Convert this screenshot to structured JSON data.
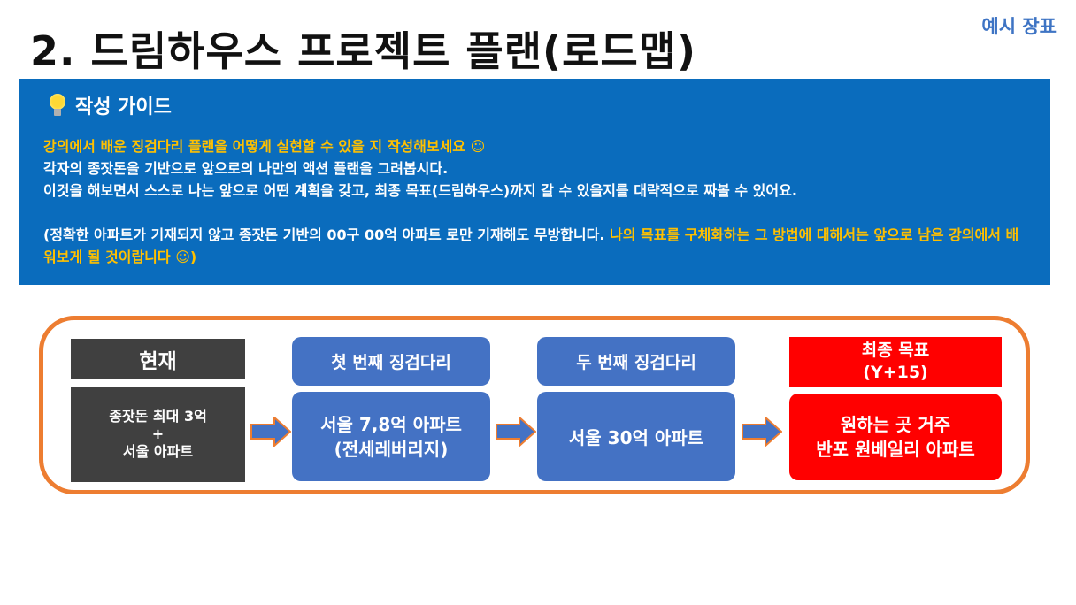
{
  "header": {
    "title": "2. 드림하우스 프로젝트 플랜(로드맵)",
    "tag": "예시 장표"
  },
  "guide": {
    "icon": "lightbulb-icon",
    "title": "작성 가이드",
    "line1": "강의에서 배운 징검다리 플랜을 어떻게 실현할 수 있을 지 작성해보세요 ☺",
    "line2": "각자의 종잣돈을 기반으로 앞으로의 나만의 액션 플랜을 그려봅시다.",
    "line3": "이것을 해보면서 스스로 나는 앞으로 어떤 계획을 갖고, 최종 목표(드림하우스)까지 갈 수 있을지를 대략적으로 짜볼 수 있어요.",
    "note_white": "(정확한 아파트가 기재되지 않고 종잣돈 기반의 00구 00억 아파트 로만 기재해도 무방합니다.",
    "note_yellow": "나의 목표를 구체화하는 그 방법에 대해서는 앞으로 남은 강의에서 배워보게 될 것이랍니다 ☺)"
  },
  "roadmap": {
    "current": {
      "header": "현재",
      "line1": "종잣돈 최대 3억",
      "line2": "+",
      "line3": "서울 아파트"
    },
    "step1": {
      "header": "첫 번째 징검다리",
      "line1": "서울 7,8억 아파트",
      "line2": "(전세레버리지)"
    },
    "step2": {
      "header": "두 번째 징검다리",
      "line1": "서울 30억 아파트"
    },
    "goal": {
      "header1": "최종 목표",
      "header2": "(Y+15)",
      "line1": "원하는 곳 거주",
      "line2": "반포 원베일리 아파트"
    }
  },
  "colors": {
    "guide_bg": "#0a6cbd",
    "highlight": "#ffc000",
    "frame": "#ed7d31",
    "step": "#4472c4",
    "goal": "#ff0000",
    "current": "#404040"
  }
}
